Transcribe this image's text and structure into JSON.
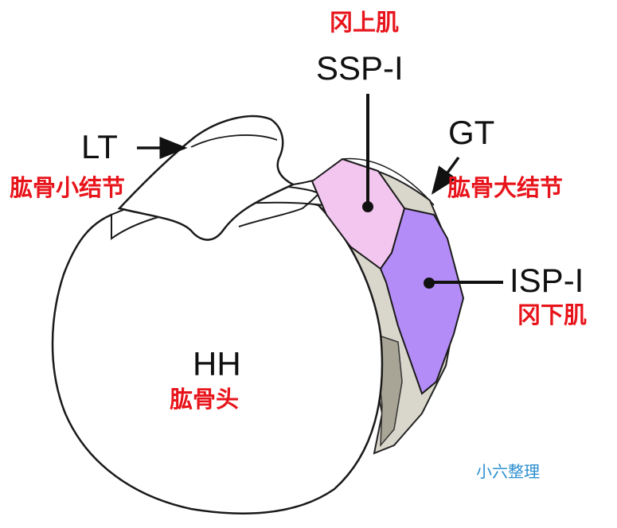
{
  "labels": {
    "ssp_cn": "冈上肌",
    "ssp_abbr": "SSP-I",
    "lt_abbr": "LT",
    "lt_cn": "肱骨小结节",
    "gt_abbr": "GT",
    "gt_cn": "肱骨大结节",
    "isp_abbr": "ISP-I",
    "isp_cn": "冈下肌",
    "hh_abbr": "HH",
    "hh_cn": "肱骨头"
  },
  "watermark": "小六整理",
  "colors": {
    "label_red": "#e8141b",
    "supraspinatus_fill": "#f3c6f0",
    "infraspinatus_fill": "#b48cf7",
    "watermark_blue": "#2b8fd0"
  }
}
